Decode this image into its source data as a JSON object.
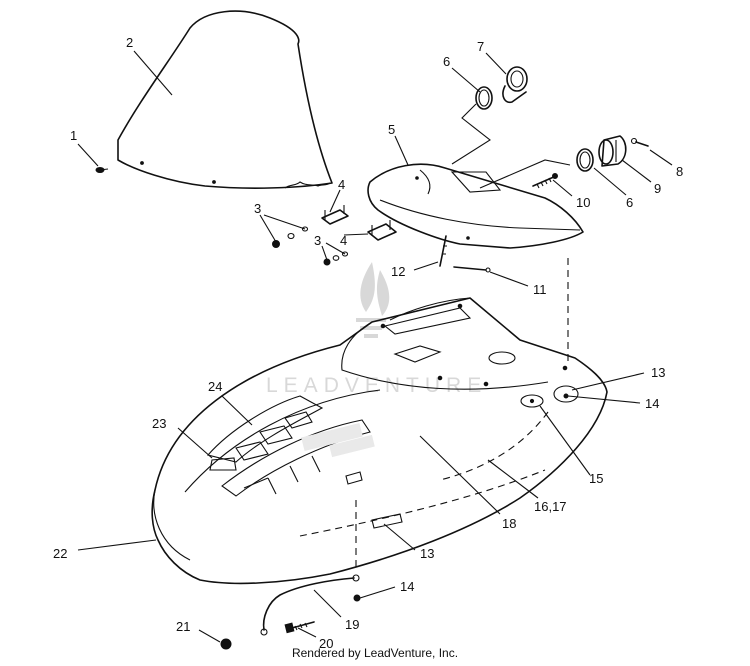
{
  "footer": {
    "credit": "Rendered by LeadVenture, Inc."
  },
  "watermark": {
    "text": "LEADVENTURE"
  },
  "callouts": [
    "1",
    "2",
    "3",
    "3",
    "4",
    "4",
    "5",
    "6",
    "6",
    "7",
    "8",
    "9",
    "10",
    "11",
    "12",
    "13",
    "13",
    "14",
    "14",
    "15",
    "16,17",
    "18",
    "19",
    "20",
    "21",
    "22",
    "23",
    "24"
  ]
}
